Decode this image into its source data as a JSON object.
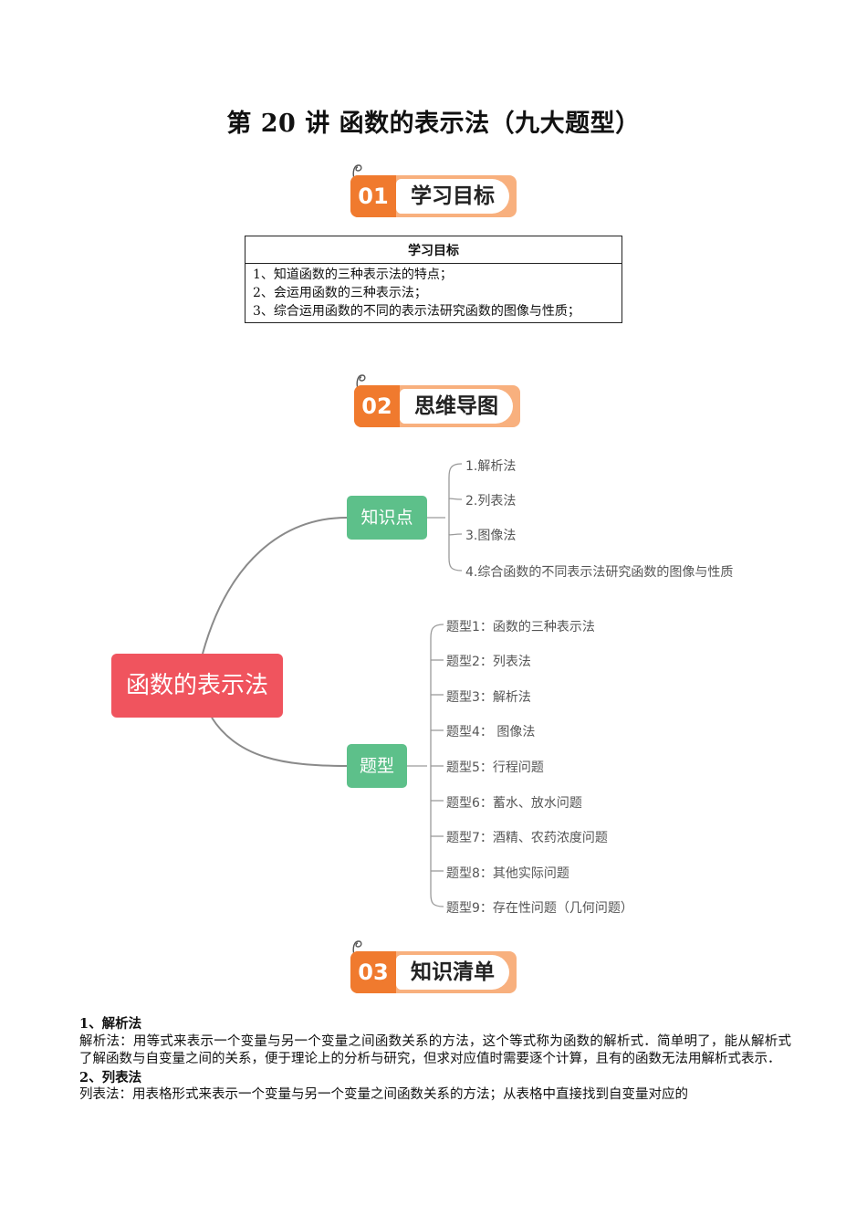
{
  "title": "第 20 讲  函数的表示法（九大题型）",
  "sections": [
    {
      "num": "01",
      "label": "学习目标"
    },
    {
      "num": "02",
      "label": "思维导图"
    },
    {
      "num": "03",
      "label": "知识清单"
    }
  ],
  "objectives": {
    "header": "学习目标",
    "items": [
      "1、知道函数的三种表示法的特点；",
      "2、会运用函数的三种表示法；",
      "3、综合运用函数的不同的表示法研究函数的图像与性质；"
    ]
  },
  "mindmap": {
    "root": "函数的表示法",
    "knowledge": {
      "label": "知识点",
      "items": [
        "1.解析法",
        "2.列表法",
        "3.图像法",
        "4.综合函数的不同表示法研究函数的图像与性质"
      ]
    },
    "types": {
      "label": "题型",
      "items": [
        "题型1：函数的三种表示法",
        "题型2：列表法",
        "题型3：解析法",
        "题型4：  图像法",
        "题型5：行程问题",
        "题型6：蓄水、放水问题",
        "题型7：酒精、农药浓度问题",
        "题型8：其他实际问题",
        "题型9：存在性问题（几何问题）"
      ]
    }
  },
  "knowledge_list": [
    {
      "heading": "1、解析法",
      "text": "解析法：用等式来表示一个变量与另一个变量之间函数关系的方法，这个等式称为函数的解析式．简单明了，能从解析式了解函数与自变量之间的关系，便于理论上的分析与研究，但求对应值时需要逐个计算，且有的函数无法用解析式表示．"
    },
    {
      "heading": "2、列表法",
      "text": "列表法：用表格形式来表示一个变量与另一个变量之间函数关系的方法；从表格中直接找到自变量对应的"
    }
  ],
  "colors": {
    "badge_dark": "#f07a2e",
    "badge_light": "#f8b07e",
    "root_node": "#f0545e",
    "branch_node": "#5dc08a",
    "connector": "#8a8a8a"
  }
}
